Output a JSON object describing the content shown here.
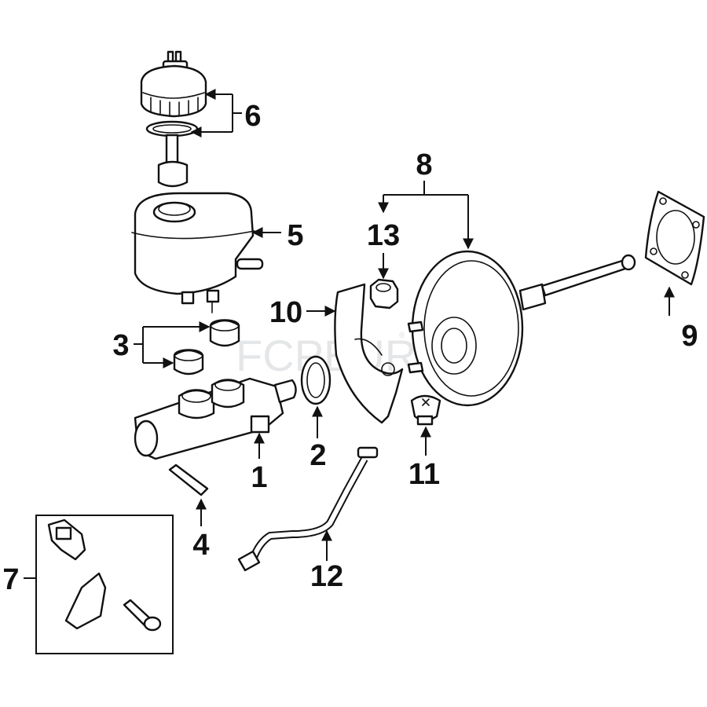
{
  "watermark": {
    "text": "FCPEURO",
    "mark": "®"
  },
  "callouts": [
    {
      "id": "1",
      "text": "1"
    },
    {
      "id": "2",
      "text": "2"
    },
    {
      "id": "3",
      "text": "3"
    },
    {
      "id": "4",
      "text": "4"
    },
    {
      "id": "5",
      "text": "5"
    },
    {
      "id": "6",
      "text": "6"
    },
    {
      "id": "7",
      "text": "7"
    },
    {
      "id": "8",
      "text": "8"
    },
    {
      "id": "9",
      "text": "9"
    },
    {
      "id": "10",
      "text": "10"
    },
    {
      "id": "11",
      "text": "11"
    },
    {
      "id": "12",
      "text": "12"
    },
    {
      "id": "13",
      "text": "13"
    }
  ],
  "icons": [
    "reservoir-cap-icon",
    "reservoir-icon",
    "master-cylinder-icon",
    "brake-booster-icon",
    "sensor-kit-icon"
  ]
}
